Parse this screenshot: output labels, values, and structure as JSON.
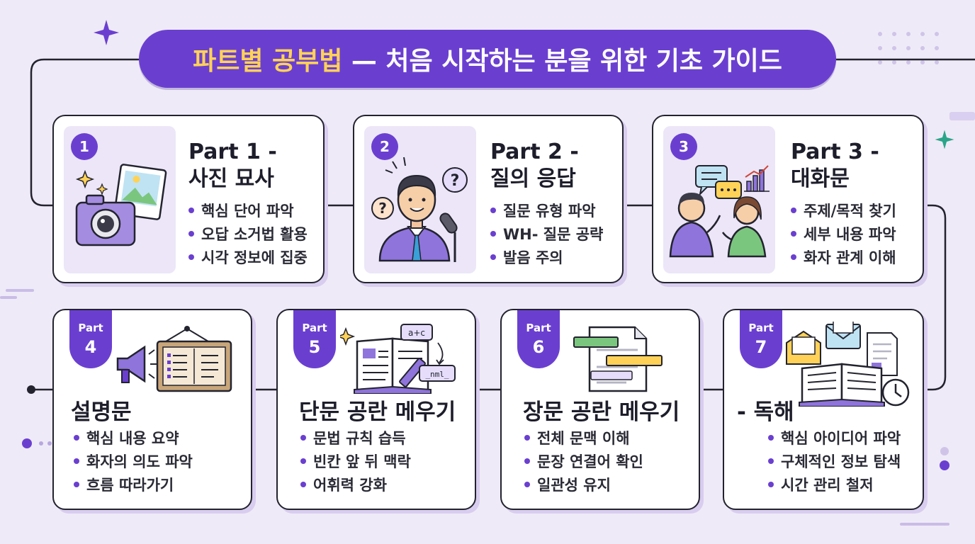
{
  "title": {
    "highlight": "파트별 공부법",
    "rest": " — 처음 시작하는 분을 위한 기초 가이드"
  },
  "top_row": [
    {
      "number": "1",
      "title_line1": "Part 1 -",
      "title_line2": "사진 묘사",
      "bullets": [
        "핵심 단어 파악",
        "오답 소거법 활용",
        "시각 정보에 집중"
      ],
      "icon": "camera-photo-icon"
    },
    {
      "number": "2",
      "title_line1": "Part 2 -",
      "title_line2": "질의 응답",
      "bullets": [
        "질문 유형 파악",
        "WH- 질문 공략",
        "발음 주의"
      ],
      "icon": "speaker-question-icon"
    },
    {
      "number": "3",
      "title_line1": "Part 3 -",
      "title_line2": "대화문",
      "bullets": [
        "주제/목적 찾기",
        "세부 내용 파악",
        "화자 관계 이해"
      ],
      "icon": "conversation-icon"
    }
  ],
  "bottom_row": [
    {
      "tab_label": "Part",
      "tab_number": "4",
      "title": "설명문",
      "bullets": [
        "핵심 내용 요약",
        "화자의 의도 파악",
        "흐름 따라가기"
      ],
      "icon": "megaphone-board-icon"
    },
    {
      "tab_label": "Part",
      "tab_number": "5",
      "title": "단문 공란 메우기",
      "bullets": [
        "문법 규칙 습득",
        "빈칸 앞 뒤 맥락",
        "어휘력 강화"
      ],
      "icon_text_top": "a+c",
      "icon_text_bottom": "_nml_",
      "icon": "open-book-pen-icon"
    },
    {
      "tab_label": "Part",
      "tab_number": "6",
      "title": "장문 공란 메우기",
      "bullets": [
        "전체 문맥 이해",
        "문장 연결어 확인",
        "일관성 유지"
      ],
      "icon": "document-highlight-icon"
    },
    {
      "tab_label": "Part",
      "tab_number": "7",
      "title": "- 독해",
      "bullets": [
        "핵심 아이디어 파악",
        "구체적인 정보 탐색",
        "시간 관리 철저"
      ],
      "icon": "reading-clock-icon"
    }
  ],
  "colors": {
    "accent": "#6a3fd0",
    "title_highlight": "#ffd257",
    "background": "#efeaf7",
    "card_border": "#23232f"
  }
}
